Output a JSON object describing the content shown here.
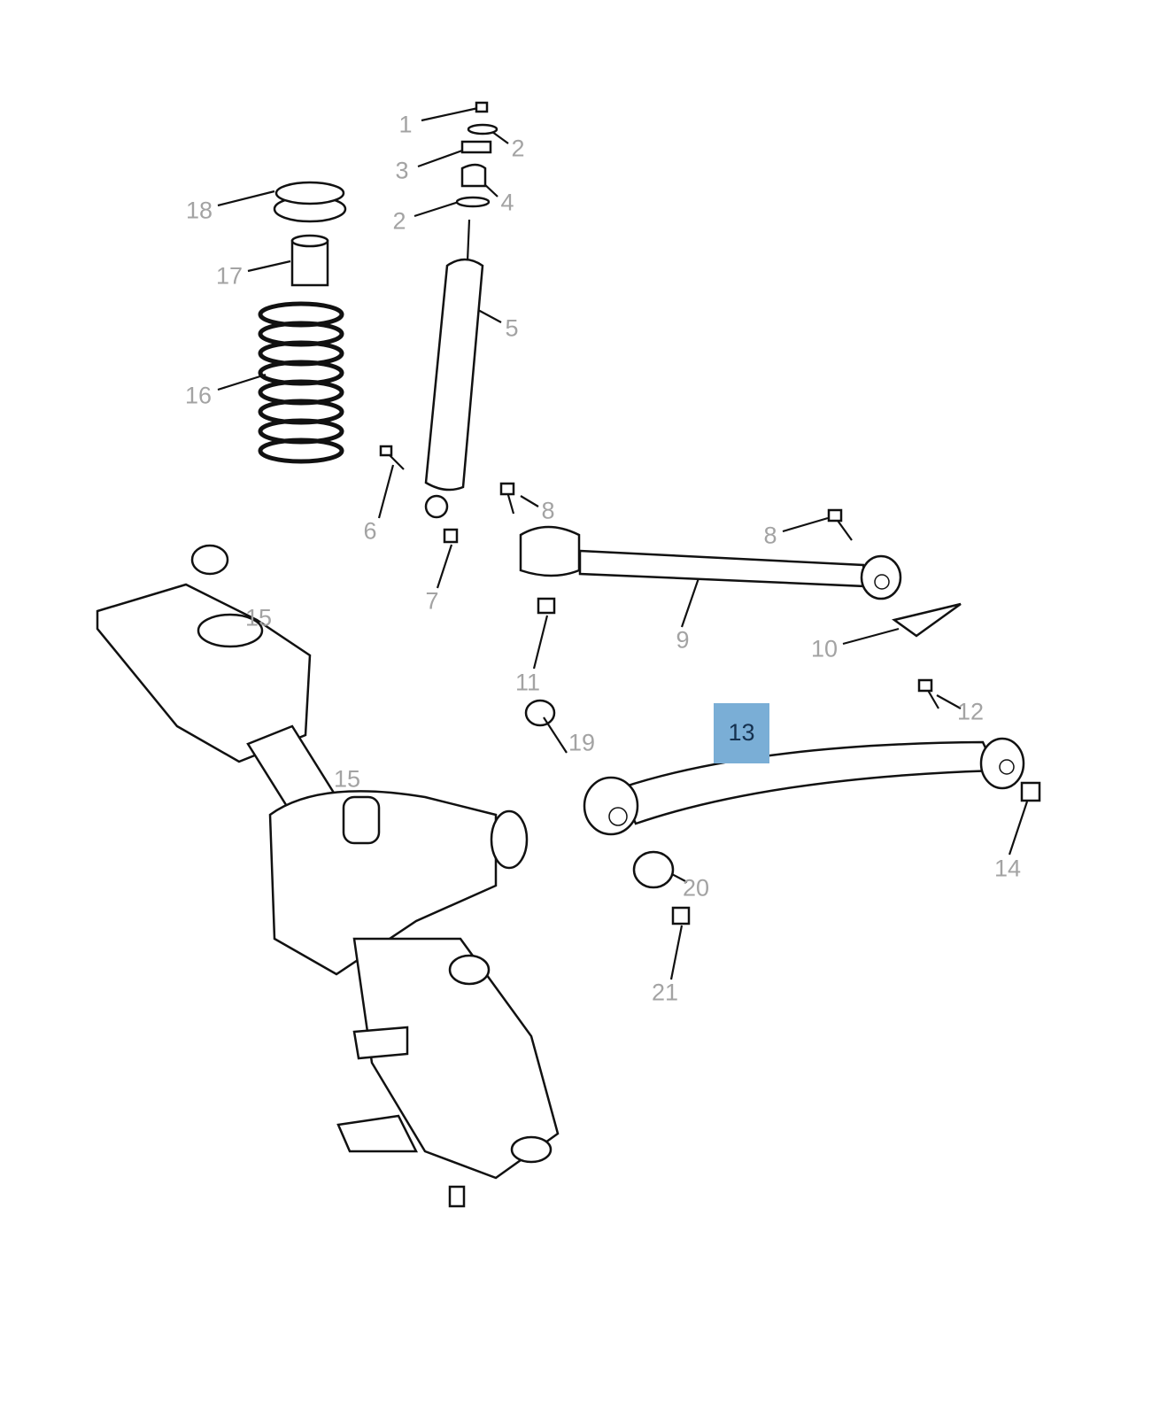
{
  "diagram": {
    "highlighted_callout": "13",
    "highlight_color": "#7aaed6",
    "label_color": "#a3a3a3",
    "callouts": [
      {
        "id": "c1",
        "text": "1"
      },
      {
        "id": "c2a",
        "text": "2"
      },
      {
        "id": "c3",
        "text": "3"
      },
      {
        "id": "c4",
        "text": "4"
      },
      {
        "id": "c2b",
        "text": "2"
      },
      {
        "id": "c18",
        "text": "18"
      },
      {
        "id": "c17",
        "text": "17"
      },
      {
        "id": "c5",
        "text": "5"
      },
      {
        "id": "c16",
        "text": "16"
      },
      {
        "id": "c6",
        "text": "6"
      },
      {
        "id": "c8a",
        "text": "8"
      },
      {
        "id": "c8b",
        "text": "8"
      },
      {
        "id": "c7",
        "text": "7"
      },
      {
        "id": "c15a",
        "text": "15"
      },
      {
        "id": "c9",
        "text": "9"
      },
      {
        "id": "c10",
        "text": "10"
      },
      {
        "id": "c11",
        "text": "11"
      },
      {
        "id": "c12",
        "text": "12"
      },
      {
        "id": "c19",
        "text": "19"
      },
      {
        "id": "c15b",
        "text": "15"
      },
      {
        "id": "c14",
        "text": "14"
      },
      {
        "id": "c20",
        "text": "20"
      },
      {
        "id": "c21",
        "text": "21"
      }
    ]
  }
}
